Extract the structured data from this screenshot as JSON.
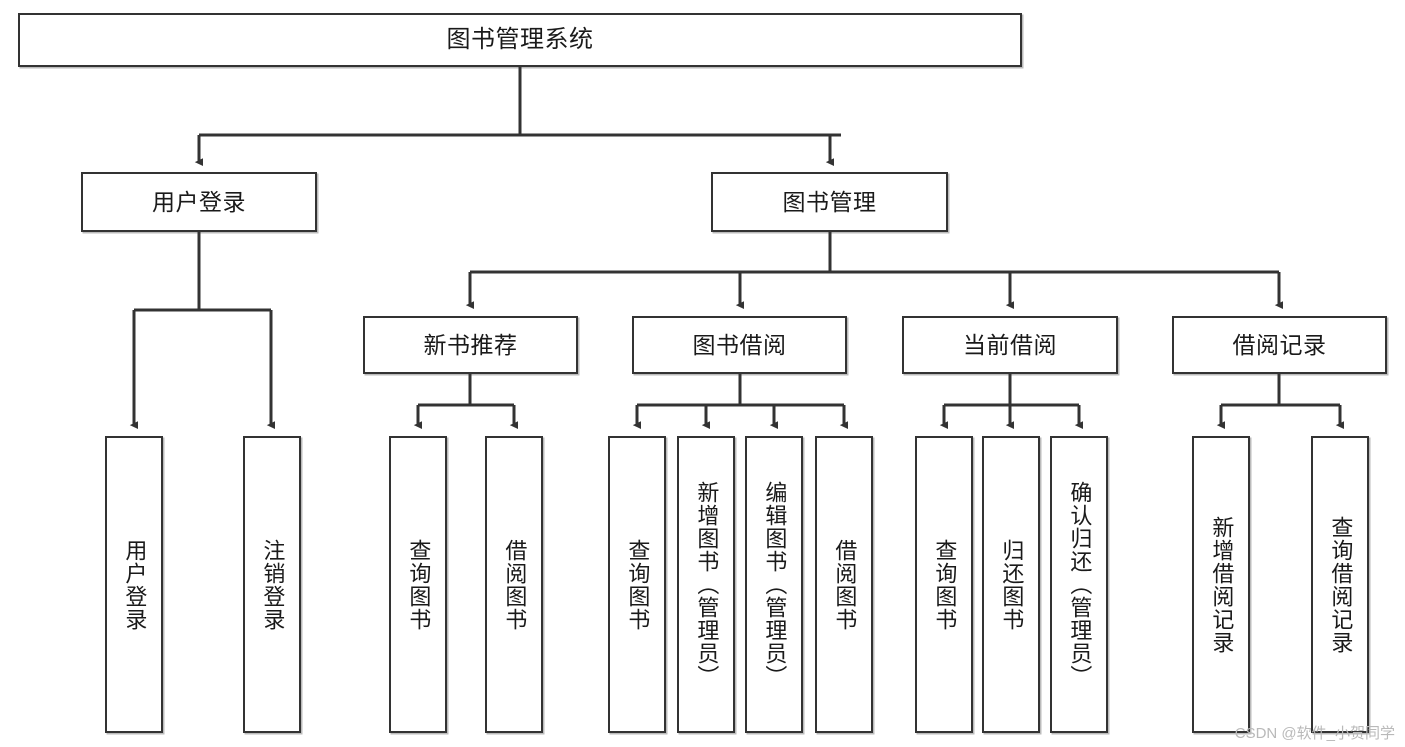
{
  "diagram": {
    "title": "图书管理系统",
    "type": "hierarchy-tree",
    "line_color": "#333333",
    "box_fill": "#ffffff",
    "text_color": "#1a1a1a",
    "watermark": "CSDN @软件_小贺同学",
    "nodes": {
      "root": {
        "label": "图书管理系统"
      },
      "level2": [
        {
          "id": "user-login",
          "label": "用户登录"
        },
        {
          "id": "book-manage",
          "label": "图书管理"
        }
      ],
      "level3": [
        {
          "id": "new-book-recommend",
          "label": "新书推荐"
        },
        {
          "id": "book-borrow",
          "label": "图书借阅"
        },
        {
          "id": "current-borrow",
          "label": "当前借阅"
        },
        {
          "id": "borrow-record",
          "label": "借阅记录"
        }
      ],
      "leaves": {
        "user_login": [
          {
            "id": "leaf-user-login",
            "label": "用户登录"
          },
          {
            "id": "leaf-logout-login",
            "label": "注销登录"
          }
        ],
        "new_book_recommend": [
          {
            "id": "leaf-query-book-1",
            "label": "查询图书"
          },
          {
            "id": "leaf-borrow-book-1",
            "label": "借阅图书"
          }
        ],
        "book_borrow": [
          {
            "id": "leaf-query-book-2",
            "label": "查询图书"
          },
          {
            "id": "leaf-add-book",
            "label": "新增图书（管理员）"
          },
          {
            "id": "leaf-edit-book",
            "label": "编辑图书（管理员）"
          },
          {
            "id": "leaf-borrow-book-2",
            "label": "借阅图书"
          }
        ],
        "current_borrow": [
          {
            "id": "leaf-query-book-3",
            "label": "查询图书"
          },
          {
            "id": "leaf-return-book",
            "label": "归还图书"
          },
          {
            "id": "leaf-confirm-return",
            "label": "确认归还（管理员）"
          }
        ],
        "borrow_record": [
          {
            "id": "leaf-add-record",
            "label": "新增借阅记录"
          },
          {
            "id": "leaf-query-record",
            "label": "查询借阅记录"
          }
        ]
      }
    }
  }
}
